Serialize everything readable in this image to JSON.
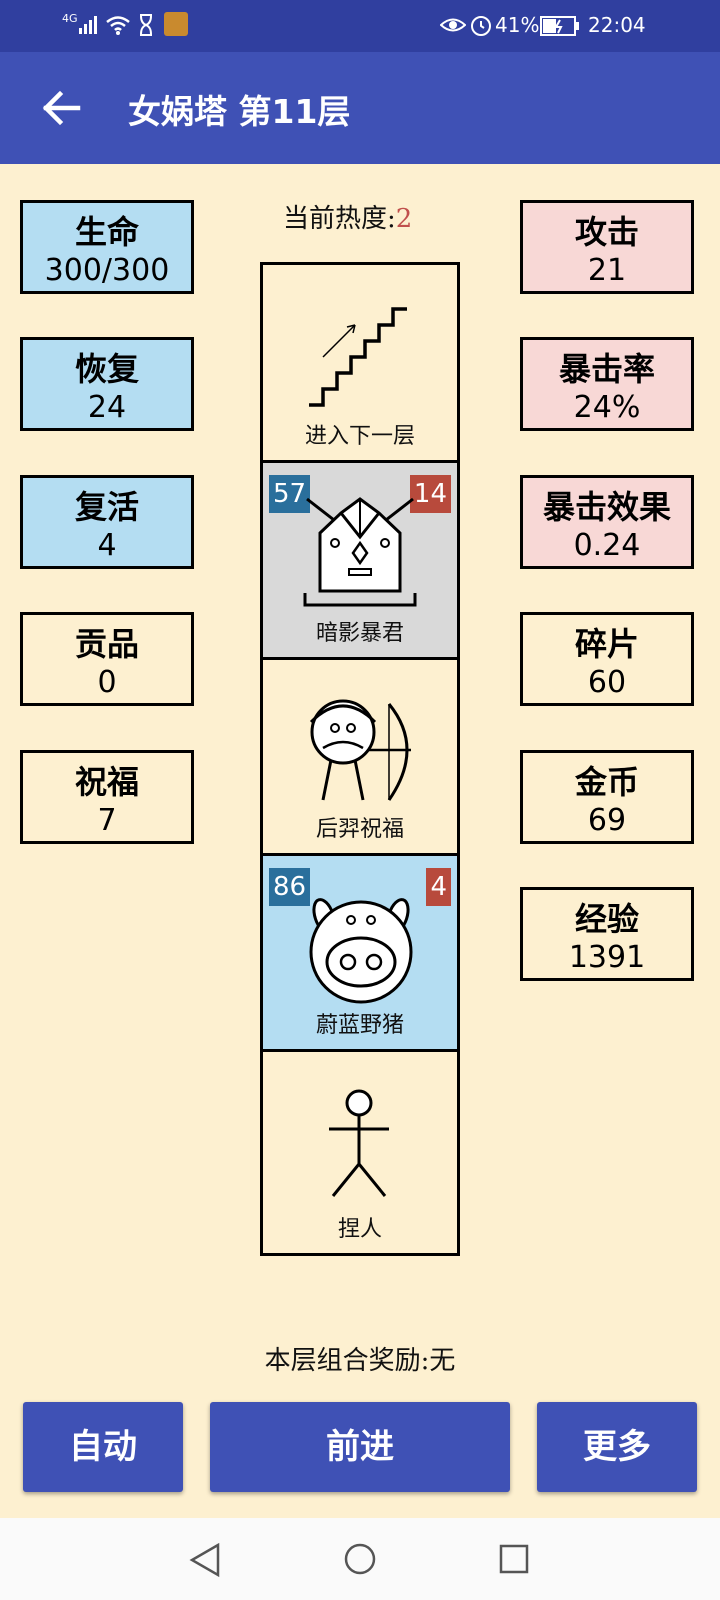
{
  "status_bar": {
    "signal": "4G",
    "battery": "41%",
    "time": "22:04"
  },
  "app_bar": {
    "title": "女娲塔 第11层"
  },
  "heat": {
    "label": "当前热度:",
    "value": "2"
  },
  "left_stats": [
    {
      "label": "生命",
      "value": "300/300"
    },
    {
      "label": "恢复",
      "value": "24"
    },
    {
      "label": "复活",
      "value": "4"
    },
    {
      "label": "贡品",
      "value": "0"
    },
    {
      "label": "祝福",
      "value": "7"
    }
  ],
  "right_stats": [
    {
      "label": "攻击",
      "value": "21"
    },
    {
      "label": "暴击率",
      "value": "24%"
    },
    {
      "label": "暴击效果",
      "value": "0.24"
    },
    {
      "label": "碎片",
      "value": "60"
    },
    {
      "label": "金币",
      "value": "69"
    },
    {
      "label": "经验",
      "value": "1391"
    }
  ],
  "tower": [
    {
      "name": "进入下一层",
      "icon": "stairs-icon"
    },
    {
      "name": "暗影暴君",
      "icon": "tyrant-icon",
      "hp": "57",
      "atk": "14",
      "bg": "#d9d9d9"
    },
    {
      "name": "后羿祝福",
      "icon": "archer-icon"
    },
    {
      "name": "蔚蓝野猪",
      "icon": "boar-icon",
      "hp": "86",
      "atk": "4",
      "bg": "#b4ddf2"
    },
    {
      "name": "捏人",
      "icon": "stick-figure-icon"
    }
  ],
  "reward": "本层组合奖励:无",
  "buttons": {
    "auto": "自动",
    "forward": "前进",
    "more": "更多"
  },
  "colors": {
    "primary": "#3f51b5",
    "status_bar": "#303f9f",
    "background": "#fdf0d0",
    "stat_blue": "#b4ddf2",
    "stat_pink": "#f8d8d6",
    "hp_badge": "#2a6f9c",
    "atk_badge": "#b84a3c"
  }
}
